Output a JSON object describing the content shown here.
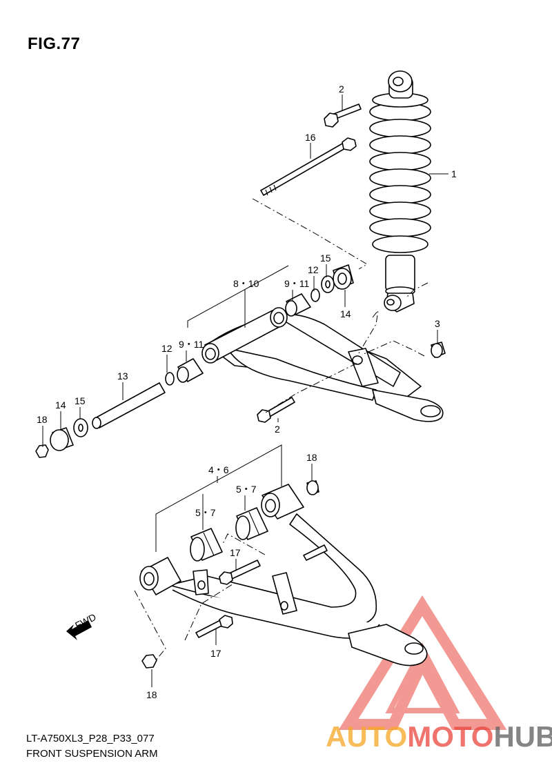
{
  "figure": {
    "title": "FIG.77",
    "code": "LT-A750XL3_P28_P33_077",
    "name": "FRONT SUSPENSION ARM"
  },
  "arrow_label": "FWD",
  "watermark": {
    "text_auto": "AUTO",
    "text_moto": "MOTO",
    "text_hub": "HUB",
    "color_auto": "#f5a623",
    "color_moto": "#e8463c",
    "color_hub": "#666666",
    "logo_color": "#e8463c"
  },
  "callouts": {
    "c1": "1",
    "c2_top": "2",
    "c2_mid": "2",
    "c3": "3",
    "c4_6": "4・6",
    "c5_7_a": "5・7",
    "c5_7_b": "5・7",
    "c8_10": "8・10",
    "c9_11_a": "9・11",
    "c9_11_b": "9・11",
    "c12_a": "12",
    "c12_b": "12",
    "c13": "13",
    "c14_a": "14",
    "c14_b": "14",
    "c15_a": "15",
    "c15_b": "15",
    "c16": "16",
    "c17_a": "17",
    "c17_b": "17",
    "c18_a": "18",
    "c18_b": "18",
    "c18_c": "18"
  }
}
